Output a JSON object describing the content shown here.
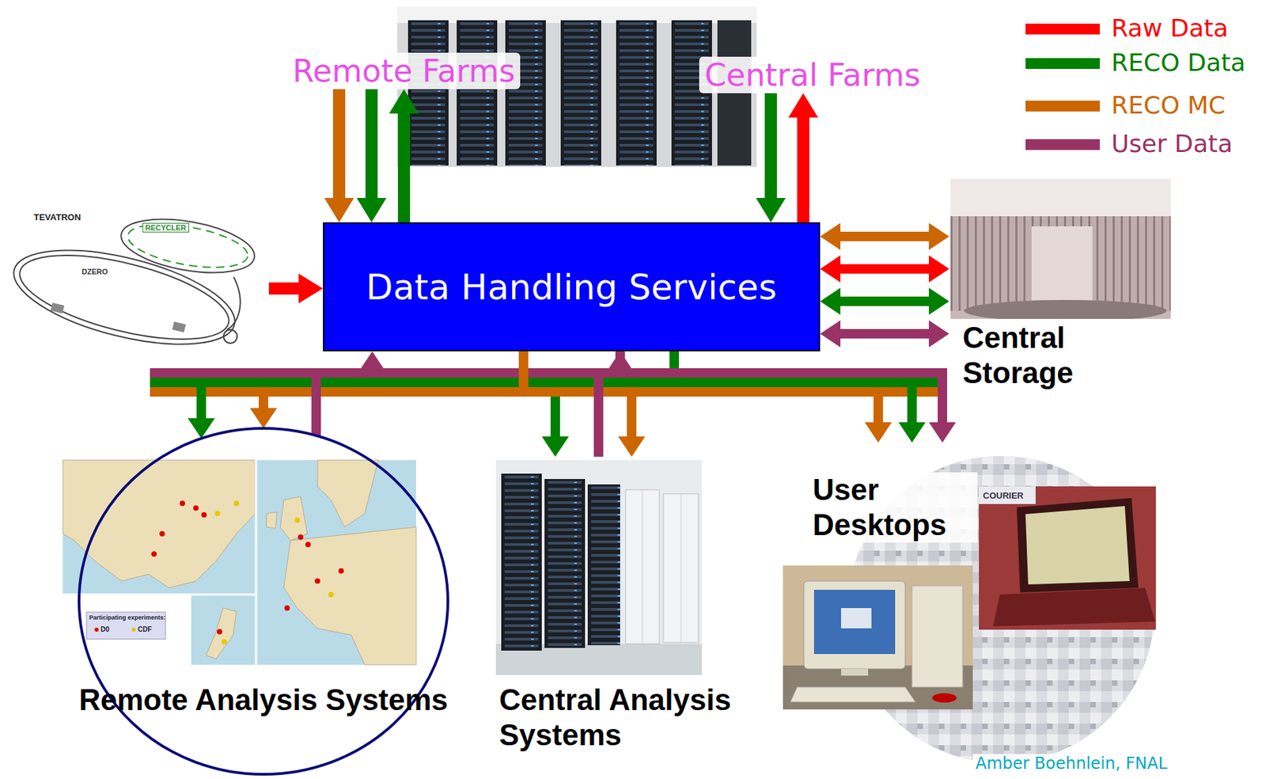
{
  "diagram": {
    "nodes": [
      {
        "text": [
          "Remote Farms"
        ]
      },
      {
        "text": [
          "Central Farms"
        ]
      },
      {
        "text": [
          "TEVATRON",
          "RECYCLER",
          "DZERO"
        ]
      },
      {
        "text": [
          "Data Handling Services"
        ]
      },
      {
        "text": [
          "Central Storage"
        ]
      },
      {
        "text": [
          "Remote Analysis Systems"
        ]
      },
      {
        "text": [
          "Central Analysis Systems"
        ]
      },
      {
        "text": [
          "User Desktops"
        ]
      }
    ],
    "edges": [
      {
        "from": 0,
        "to": 3,
        "arrow": "to"
      },
      {
        "from": 0,
        "to": 3,
        "arrow": "to"
      },
      {
        "from": 3,
        "to": 0,
        "arrow": "to"
      },
      {
        "from": 1,
        "to": 3,
        "arrow": "to"
      },
      {
        "from": 3,
        "to": 1,
        "arrow": "to"
      },
      {
        "from": 2,
        "to": 3,
        "arrow": "to"
      },
      {
        "from": 3,
        "to": 4,
        "arrow": "both"
      },
      {
        "from": 3,
        "to": 4,
        "arrow": "both"
      },
      {
        "from": 3,
        "to": 4,
        "arrow": "both"
      },
      {
        "from": 3,
        "to": 4,
        "arrow": "both"
      },
      {
        "from": 3,
        "to": 5,
        "arrow": "to"
      },
      {
        "from": 3,
        "to": 6,
        "arrow": "to"
      },
      {
        "from": 3,
        "to": 7,
        "arrow": "to"
      },
      {
        "from": 3,
        "to": 5,
        "arrow": "to"
      },
      {
        "from": 3,
        "to": 6,
        "arrow": "to"
      },
      {
        "from": 3,
        "to": 7,
        "arrow": "to"
      },
      {
        "from": 5,
        "to": 3,
        "arrow": "to"
      },
      {
        "from": 6,
        "to": 3,
        "arrow": "to"
      },
      {
        "from": 3,
        "to": 7,
        "arrow": "to"
      }
    ],
    "labels": [
      "Participating experiments:",
      "D0",
      "CDF",
      "COURIER",
      "Amber Boehnlein, FNAL"
    ],
    "legend": [
      {
        "text": "Raw Data",
        "color": "#ff0000"
      },
      {
        "text": "RECO Data",
        "color": "#008000"
      },
      {
        "text": "RECO MC",
        "color": "#cc6600"
      },
      {
        "text": "User Data",
        "color": "#993366"
      }
    ]
  }
}
